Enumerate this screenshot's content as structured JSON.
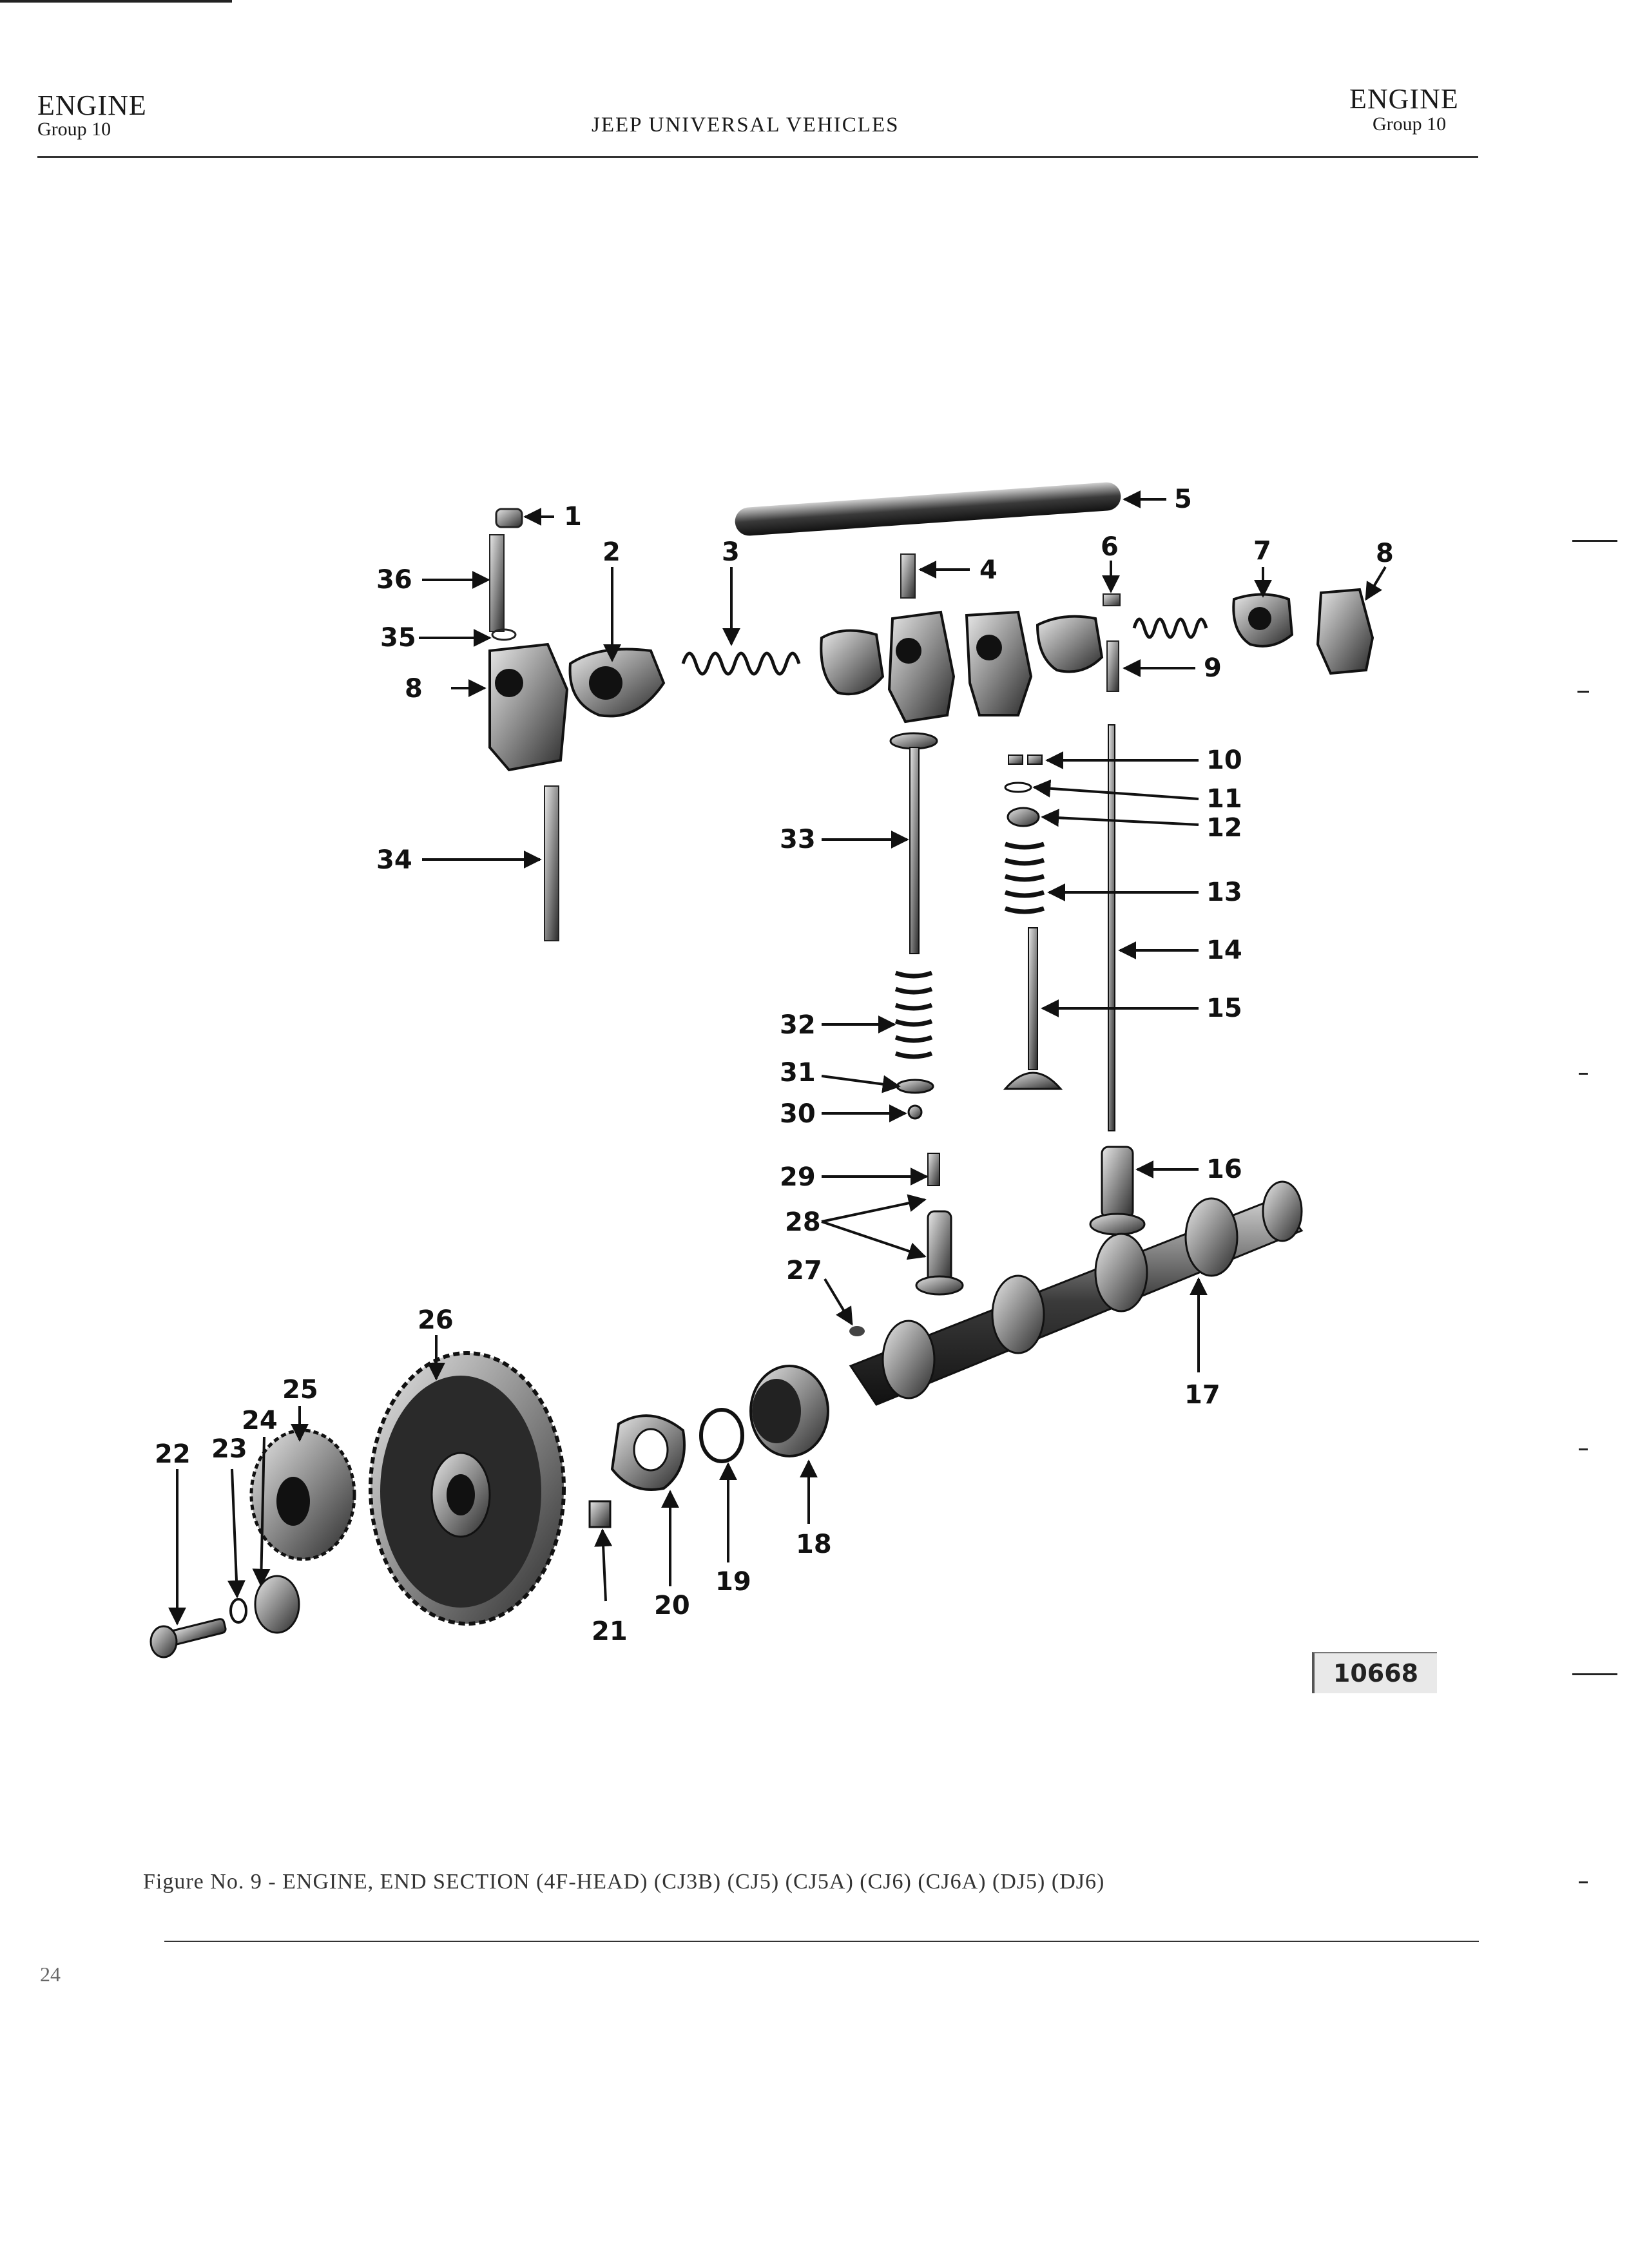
{
  "header": {
    "left_title": "ENGINE",
    "left_group": "Group 10",
    "center_title": "JEEP UNIVERSAL VEHICLES",
    "right_title": "ENGINE",
    "right_group": "Group 10"
  },
  "diagram": {
    "figure_number": "10668",
    "callouts": [
      "1",
      "2",
      "3",
      "4",
      "5",
      "6",
      "7",
      "8",
      "8",
      "9",
      "10",
      "11",
      "12",
      "13",
      "14",
      "15",
      "16",
      "17",
      "18",
      "19",
      "20",
      "21",
      "22",
      "23",
      "24",
      "25",
      "26",
      "27",
      "28",
      "29",
      "30",
      "31",
      "32",
      "33",
      "34",
      "35",
      "36"
    ]
  },
  "caption": "Figure No. 9 - ENGINE, END SECTION (4F-HEAD) (CJ3B) (CJ5) (CJ5A) (CJ6) (CJ6A) (DJ5) (DJ6)",
  "footer": {
    "page_number": "24"
  }
}
